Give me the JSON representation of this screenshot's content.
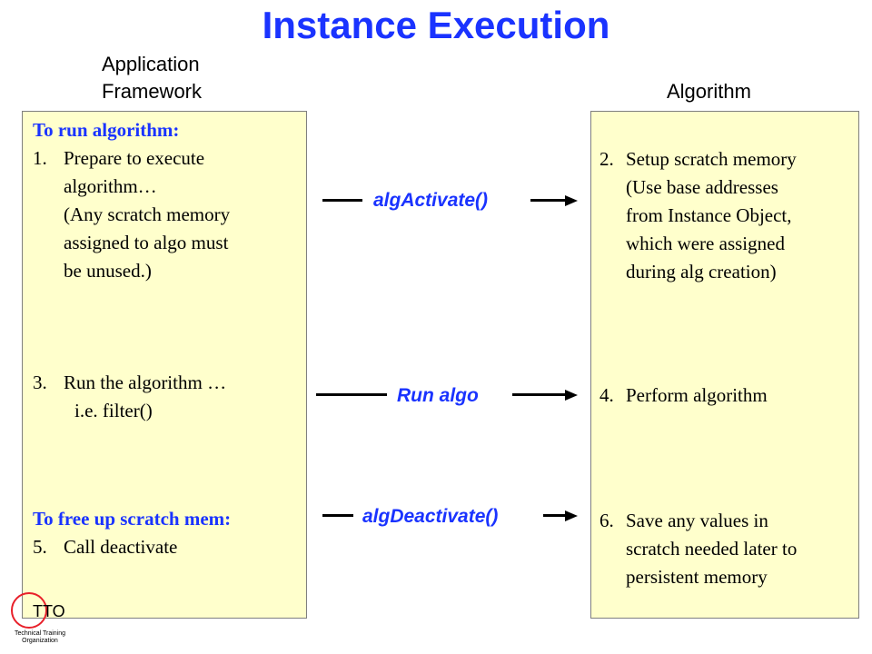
{
  "title": "Instance Execution",
  "app_heading": [
    "Application",
    "Framework"
  ],
  "alg_heading": "Algorithm",
  "left_panel": {
    "run_heading": "To run algorithm:",
    "step1_num": "1.",
    "step1_lines": [
      "Prepare to execute",
      "algorithm…",
      "(Any scratch memory",
      "assigned to algo must",
      "be unused.)"
    ],
    "step3_num": "3.",
    "step3_text": "Run the algorithm …",
    "step3_sub": "i.e.  filter()",
    "free_heading": "To free up scratch mem:",
    "step5_num": "5.",
    "step5_text": "Call deactivate"
  },
  "right_panel": {
    "step2_num": "2.",
    "step2_lines": [
      "Setup scratch memory",
      "(Use base addresses",
      "from Instance Object,",
      "which were  assigned",
      "during alg creation)"
    ],
    "step4_num": "4.",
    "step4_text": "Perform algorithm",
    "step6_num": "6.",
    "step6_lines": [
      "Save any values in",
      "scratch needed later to",
      "persistent memory"
    ]
  },
  "calls": {
    "activate": "algActivate()",
    "run": "Run algo",
    "deactivate": "algDeactivate()"
  },
  "logo": {
    "name": "TTO",
    "sub": [
      "Technical Training",
      "Organization"
    ]
  },
  "colors": {
    "title": "#1a33ff",
    "panel_fill": "#ffffcc",
    "call_label": "#1a33ff",
    "logo_ring": "#e8202a"
  }
}
